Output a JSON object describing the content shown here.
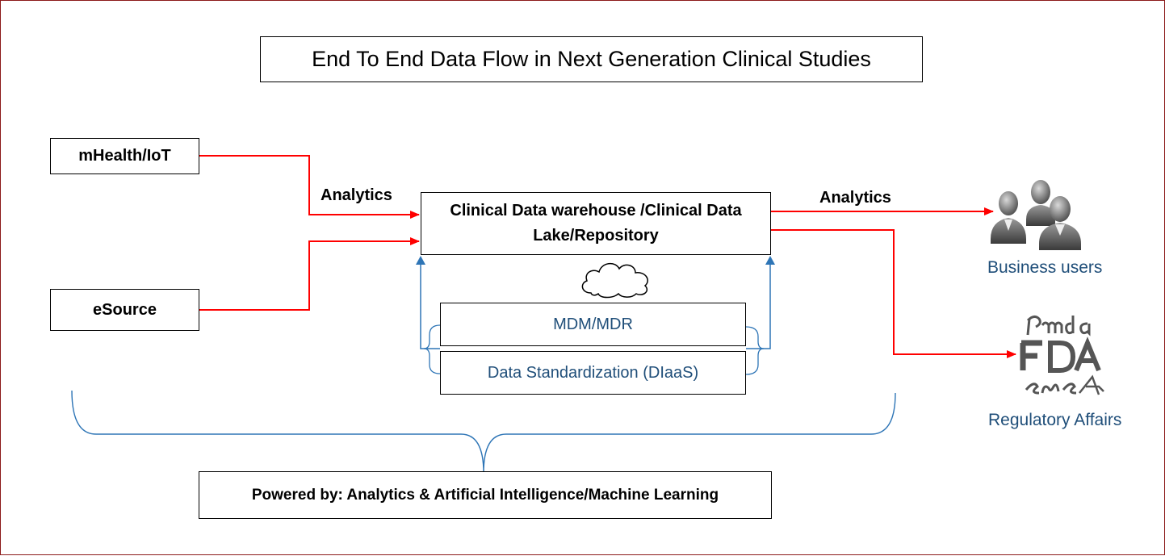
{
  "diagram": {
    "title": "End To End Data Flow in Next Generation Clinical Studies",
    "sources": [
      {
        "label": "mHealth/IoT"
      },
      {
        "label": "eSource"
      }
    ],
    "inflow_label": "Analytics",
    "central": {
      "label": "Clinical Data warehouse /Clinical Data Lake/Repository"
    },
    "standards": [
      {
        "label": "MDM/MDR"
      },
      {
        "label": "Data Standardization (DIaaS)"
      }
    ],
    "outflow_label": "Analytics",
    "consumers": [
      {
        "label": "Business users",
        "icon": "business-users-icon"
      },
      {
        "label": "Regulatory Affairs",
        "icon": "regulatory-logos-icon"
      }
    ],
    "footer": {
      "label": "Powered by: Analytics & Artificial Intelligence/Machine Learning"
    },
    "cloud_icon": "cloud-icon",
    "colors": {
      "flow_arrow": "#ff0000",
      "support_arrow": "#2e75b6",
      "brace": "#2e75b6",
      "caption_text": "#1f4e79",
      "frame_border": "#8b1a1a"
    }
  }
}
